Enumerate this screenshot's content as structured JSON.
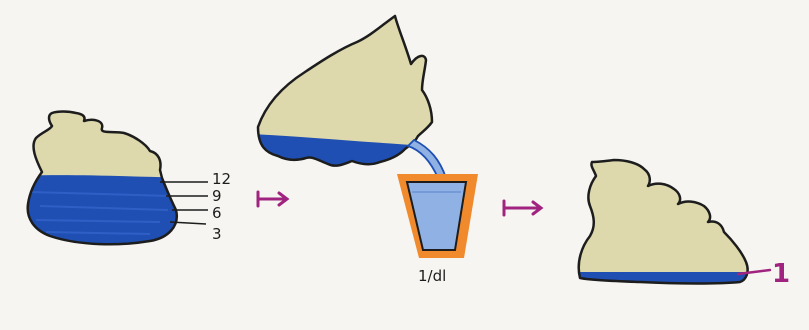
{
  "scale_marks": [
    "12",
    "9",
    "6",
    "3"
  ],
  "cup_label": "1/dl",
  "result_mark": "1",
  "colors": {
    "paper": "#f6f5f1",
    "sand": "#ddd9ac",
    "water": "#1f4fb3",
    "water_light": "#8fb1e3",
    "cup_rim": "#f08a2c",
    "arrow": "#a0237f",
    "ink": "#1d1d1d"
  }
}
